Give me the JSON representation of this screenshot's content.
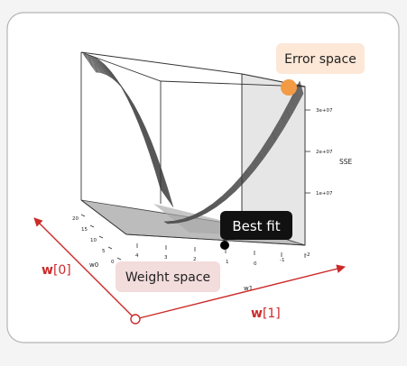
{
  "labels": {
    "error_space": "Error space",
    "best_fit": "Best fit",
    "weight_space": "Weight space",
    "w0_axis": "w[0]",
    "w1_axis": "w[1]",
    "w0_axis_bold": "w",
    "w0_axis_index": "[0]",
    "w1_axis_bold": "w",
    "w1_axis_index": "[1]"
  },
  "plot_axes": {
    "w0_label": "w0",
    "w1_label": "w1",
    "sse_label": "SSE",
    "w0_ticks": [
      "20",
      "15",
      "10",
      "5",
      "0"
    ],
    "w1_ticks": [
      "4",
      "3",
      "2",
      "1",
      "0",
      "-1",
      "-2"
    ],
    "sse_ticks": [
      "3e+07",
      "2e+07",
      "1e+07"
    ]
  },
  "colors": {
    "panel_bg": "#ffffff",
    "panel_border": "#b4b4b4",
    "axis_red": "#cc2a2a",
    "error_box": "#fde7d6",
    "error_dot": "#f39a45",
    "best_fit_box": "#111111",
    "best_fit_dot": "#000000",
    "weight_box": "#f3dcdc",
    "floor": "#bcbcbc",
    "mesh": "#555555"
  }
}
